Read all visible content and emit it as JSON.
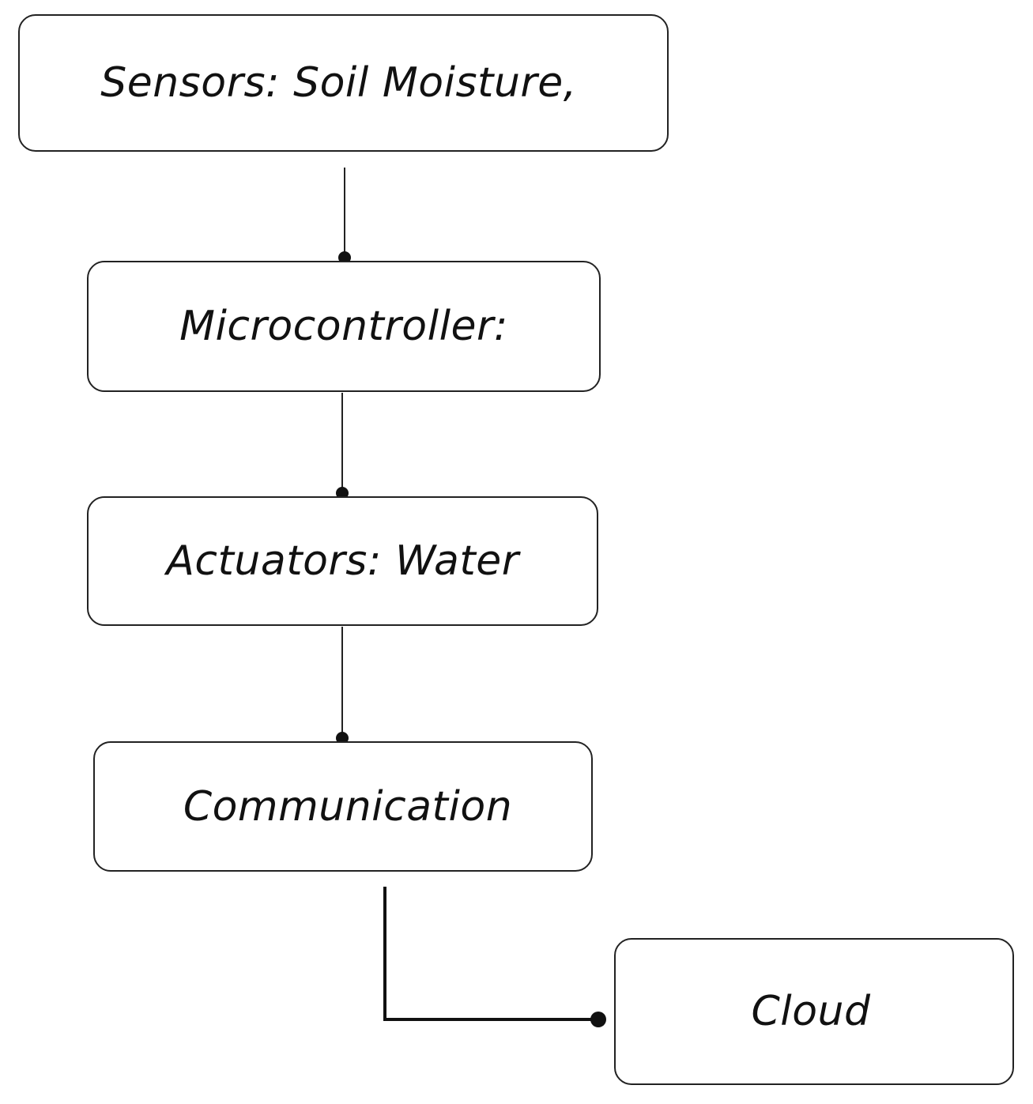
{
  "nodes": {
    "sensors": "Sensors: Soil Moisture,",
    "microcontroller": "Microcontroller:",
    "actuators": "Actuators: Water",
    "communication": "Communication",
    "cloud": "Cloud"
  },
  "colors": {
    "line": "#222222",
    "box_border": "#222222",
    "text": "#111111",
    "background": "#ffffff"
  }
}
